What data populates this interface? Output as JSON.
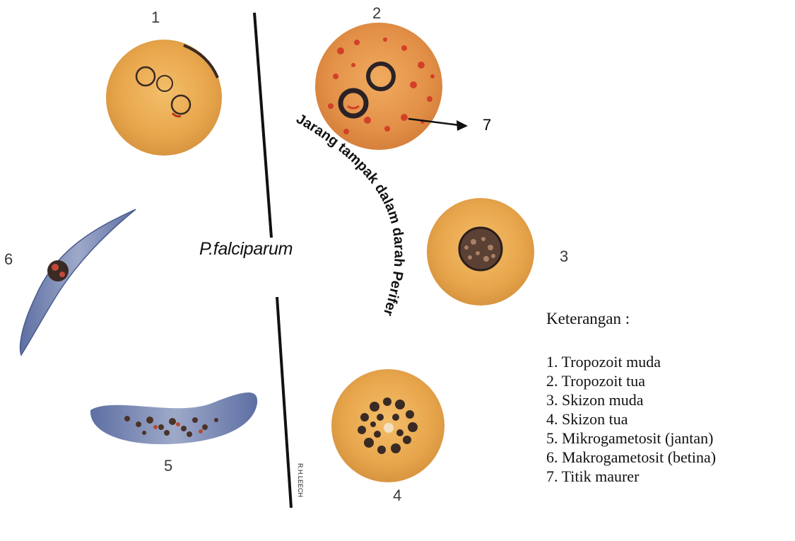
{
  "figure": {
    "species_label": "P.falciparum",
    "curved_text": "Jarang tampak dalam darah Perifer",
    "artist_signature": "R.H.LEECH",
    "stage_numbers": [
      "1",
      "2",
      "3",
      "4",
      "5",
      "6",
      "7"
    ]
  },
  "legend": {
    "title": "Keterangan :",
    "items": [
      "1. Tropozoit muda",
      "2. Tropozoit tua",
      "3. Skizon muda",
      "4. Skizon tua",
      "5. Mikrogametosit (jantan)",
      "6. Makrogametosit (betina)",
      "7. Titik maurer"
    ]
  },
  "colors": {
    "cell_fill": "#e8a64c",
    "cell_edge": "#d08a38",
    "gametocyte_blue": "#7f8fb8",
    "pigment_dark": "#3a2a24",
    "maurer_dots": "#d2402a"
  }
}
